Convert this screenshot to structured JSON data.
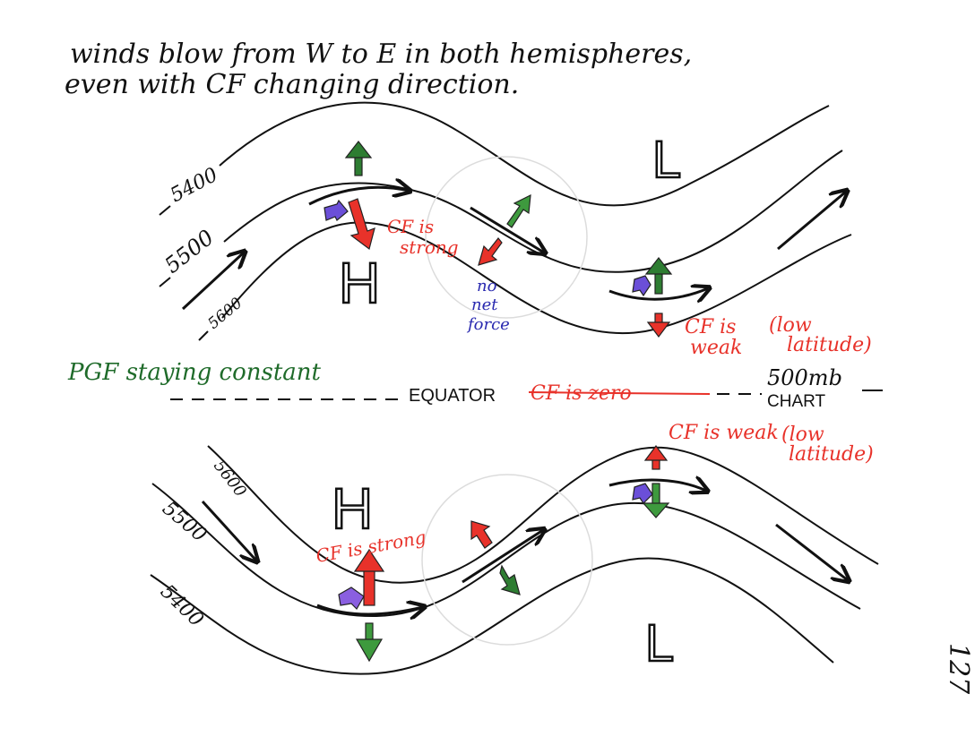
{
  "colors": {
    "ink": "#111111",
    "red": "#e8322a",
    "green": "#2e7d32",
    "purple": "#6b4fd8",
    "blue": "#2a2ab0",
    "darkgreen": "#1f6b2a",
    "circle": "#d8d8d8"
  },
  "heading": {
    "line1": "winds blow from W to E in both hemispheres,",
    "line2": "even with CF changing direction."
  },
  "north": {
    "contours": [
      "5400",
      "5500",
      "5600"
    ],
    "high": "H",
    "low": "L",
    "cf_strong": [
      "CF is",
      "strong"
    ],
    "no_net_force": [
      "no",
      "net",
      "force"
    ],
    "cf_weak": [
      "CF is",
      "weak"
    ],
    "low_latitude": [
      "(low",
      "latitude)"
    ]
  },
  "middle": {
    "pgf_note": "PGF staying constant",
    "equator": "EQUATOR",
    "cf_zero": "CF is zero",
    "chart_line1": "500mb",
    "chart_line2": "CHART"
  },
  "south": {
    "contours": [
      "5600",
      "5500",
      "5400"
    ],
    "high": "H",
    "low": "L",
    "cf_strong": "CF is strong",
    "cf_weak": "CF is weak",
    "low_latitude": [
      "(low",
      "latitude)"
    ]
  },
  "page_number": "127"
}
